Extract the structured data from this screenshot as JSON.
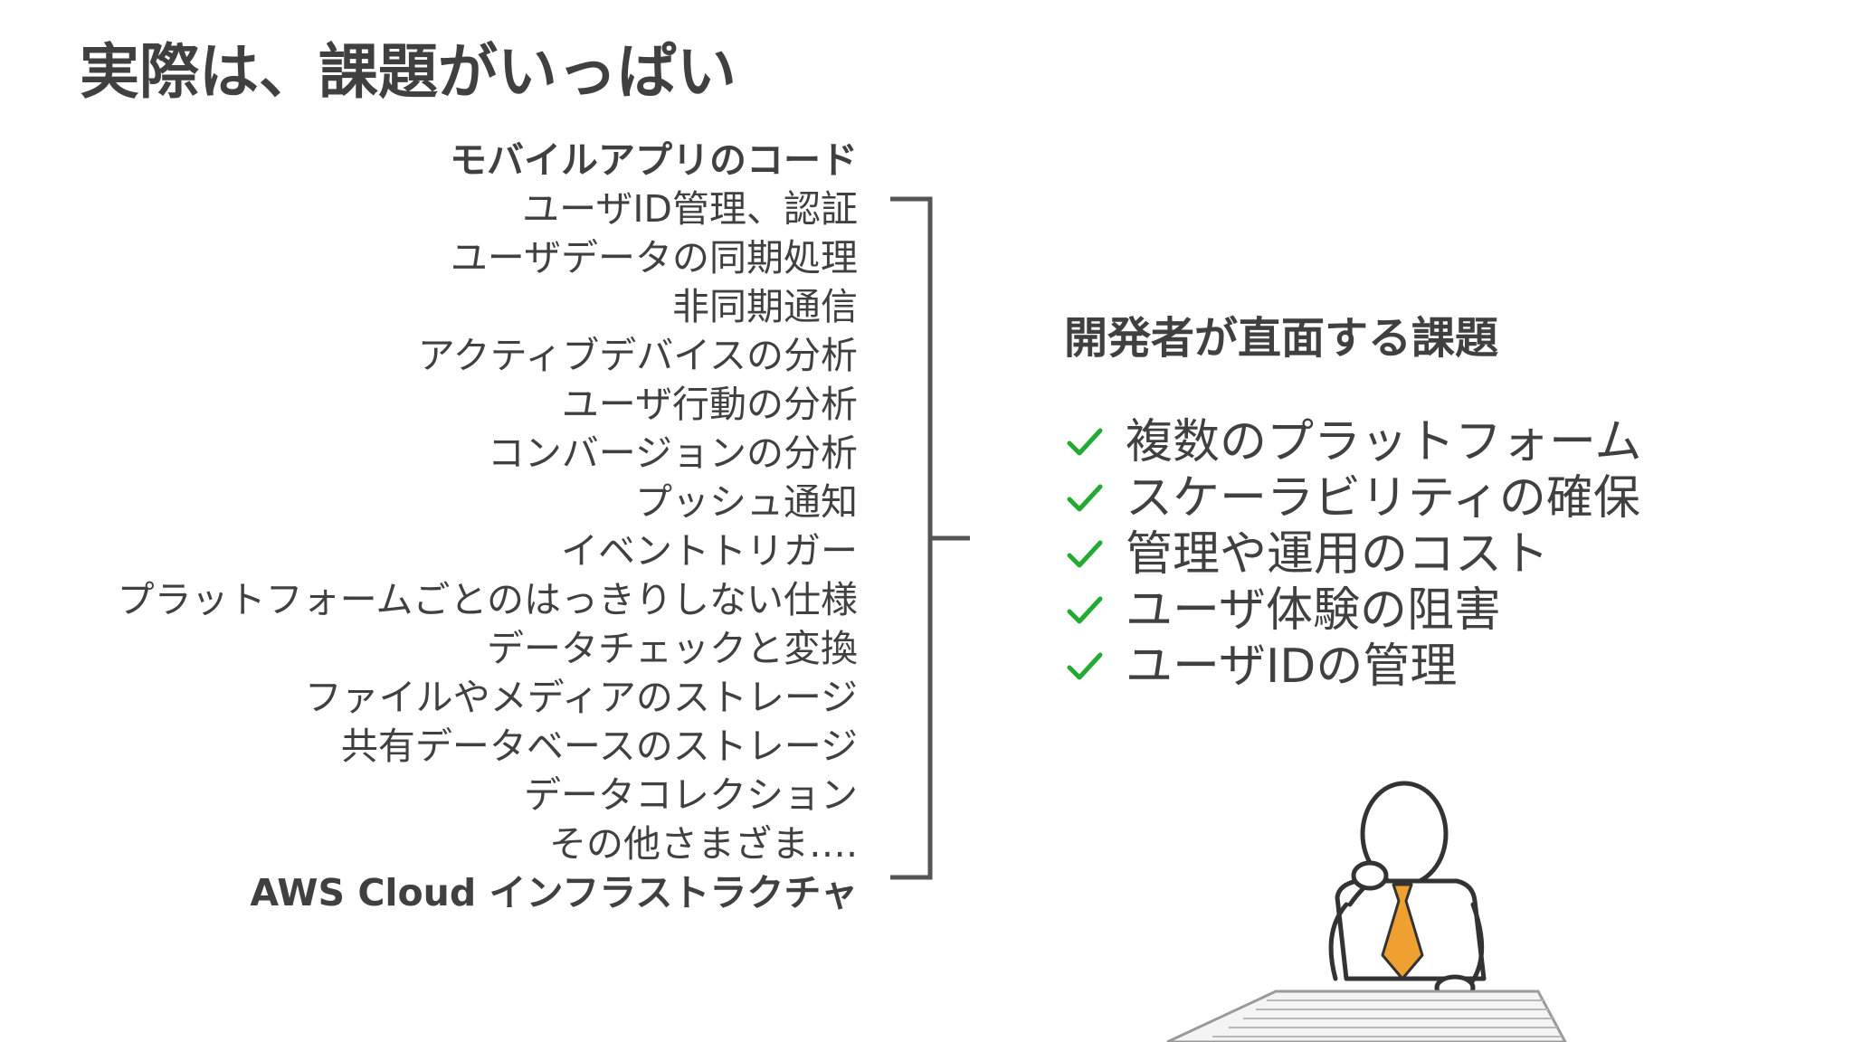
{
  "slide": {
    "title": "実際は、課題がいっぱい"
  },
  "left_list": {
    "items": [
      {
        "text": "モバイルアプリのコード",
        "bold": true
      },
      {
        "text": "ユーザID管理、認証",
        "bold": false
      },
      {
        "text": "ユーザデータの同期処理",
        "bold": false
      },
      {
        "text": "非同期通信",
        "bold": false
      },
      {
        "text": "アクティブデバイスの分析",
        "bold": false
      },
      {
        "text": "ユーザ行動の分析",
        "bold": false
      },
      {
        "text": "コンバージョンの分析",
        "bold": false
      },
      {
        "text": "プッシュ通知",
        "bold": false
      },
      {
        "text": "イベントトリガー",
        "bold": false
      },
      {
        "text": "プラットフォームごとのはっきりしない仕様",
        "bold": false
      },
      {
        "text": "データチェックと変換",
        "bold": false
      },
      {
        "text": "ファイルやメディアのストレージ",
        "bold": false
      },
      {
        "text": "共有データベースのストレージ",
        "bold": false
      },
      {
        "text": "データコレクション",
        "bold": false
      },
      {
        "text": "その他さまざま….",
        "bold": false
      },
      {
        "text": "AWS Cloud インフラストラクチャ",
        "bold": true
      }
    ]
  },
  "right_panel": {
    "heading": "開発者が直面する課題",
    "checklist": [
      "複数のプラットフォーム",
      "スケーラビリティの確保",
      "管理や運用のコスト",
      "ユーザ体験の阻害",
      "ユーザIDの管理"
    ]
  },
  "colors": {
    "text": "#404040",
    "check": "#22aa33",
    "tie": "#f0a030",
    "bracket": "#555555"
  },
  "icons": {
    "check": "check-icon",
    "figure": "thinking-person-illustration"
  }
}
